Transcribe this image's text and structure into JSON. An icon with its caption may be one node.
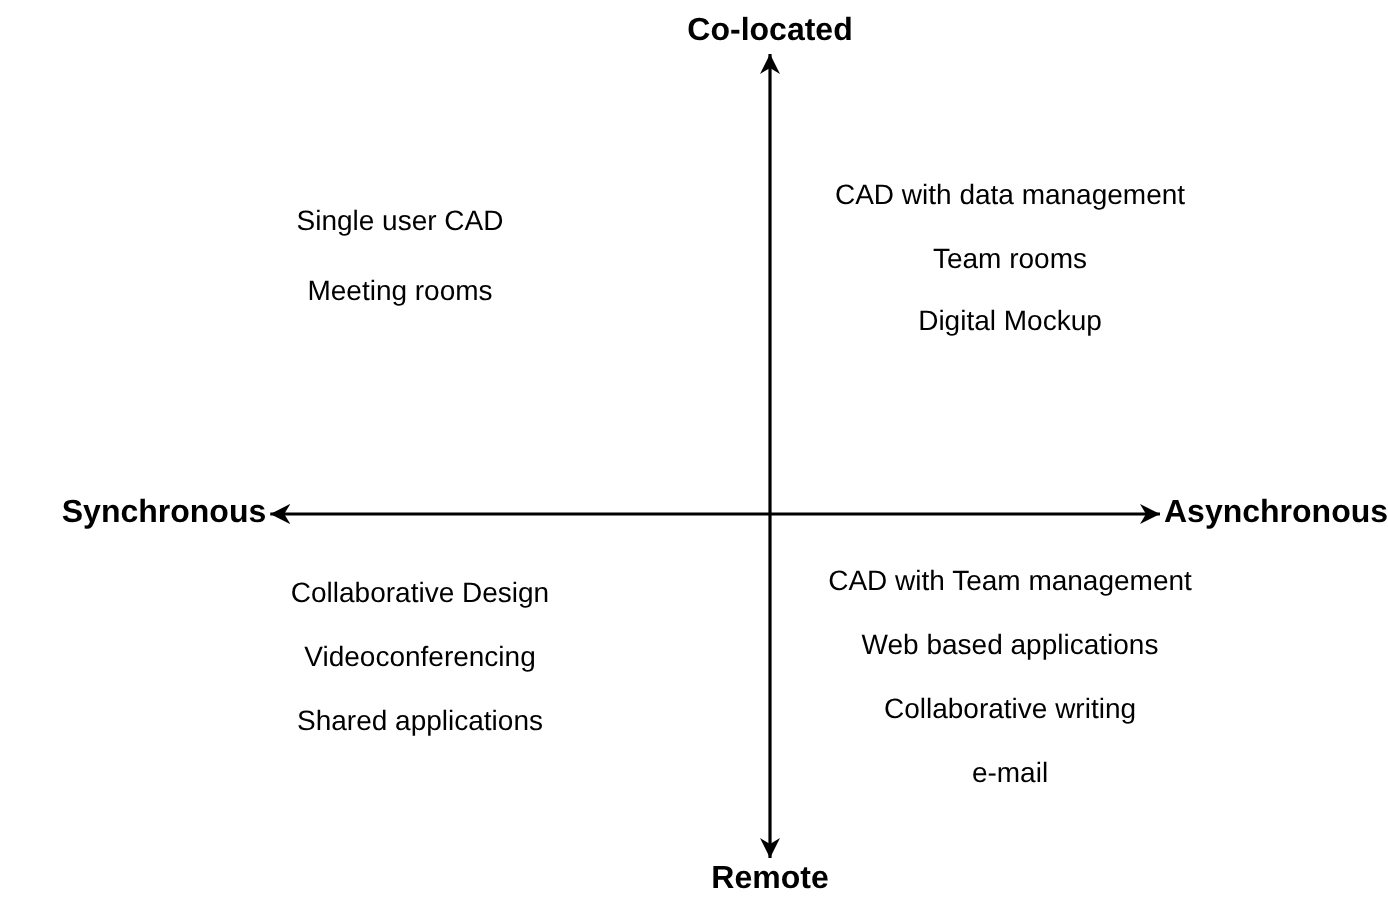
{
  "diagram": {
    "nodes": [
      {
        "text": [
          "Co-located"
        ]
      },
      {
        "text": [
          "Synchronous"
        ]
      },
      {
        "text": [
          "Asynchronous"
        ]
      },
      {
        "text": [
          "Remote"
        ]
      }
    ],
    "edges": [
      {
        "from": 1,
        "to": 2,
        "arrow": "both"
      },
      {
        "from": 0,
        "to": 3,
        "arrow": "both"
      }
    ],
    "labels": [
      "Single user CAD",
      "Meeting rooms",
      "CAD with data management",
      "Team rooms",
      "Digital Mockup",
      "Collaborative Design",
      "Videoconferencing",
      "Shared applications",
      "CAD with Team management",
      "Web based applications",
      "Collaborative writing",
      "e-mail"
    ]
  }
}
